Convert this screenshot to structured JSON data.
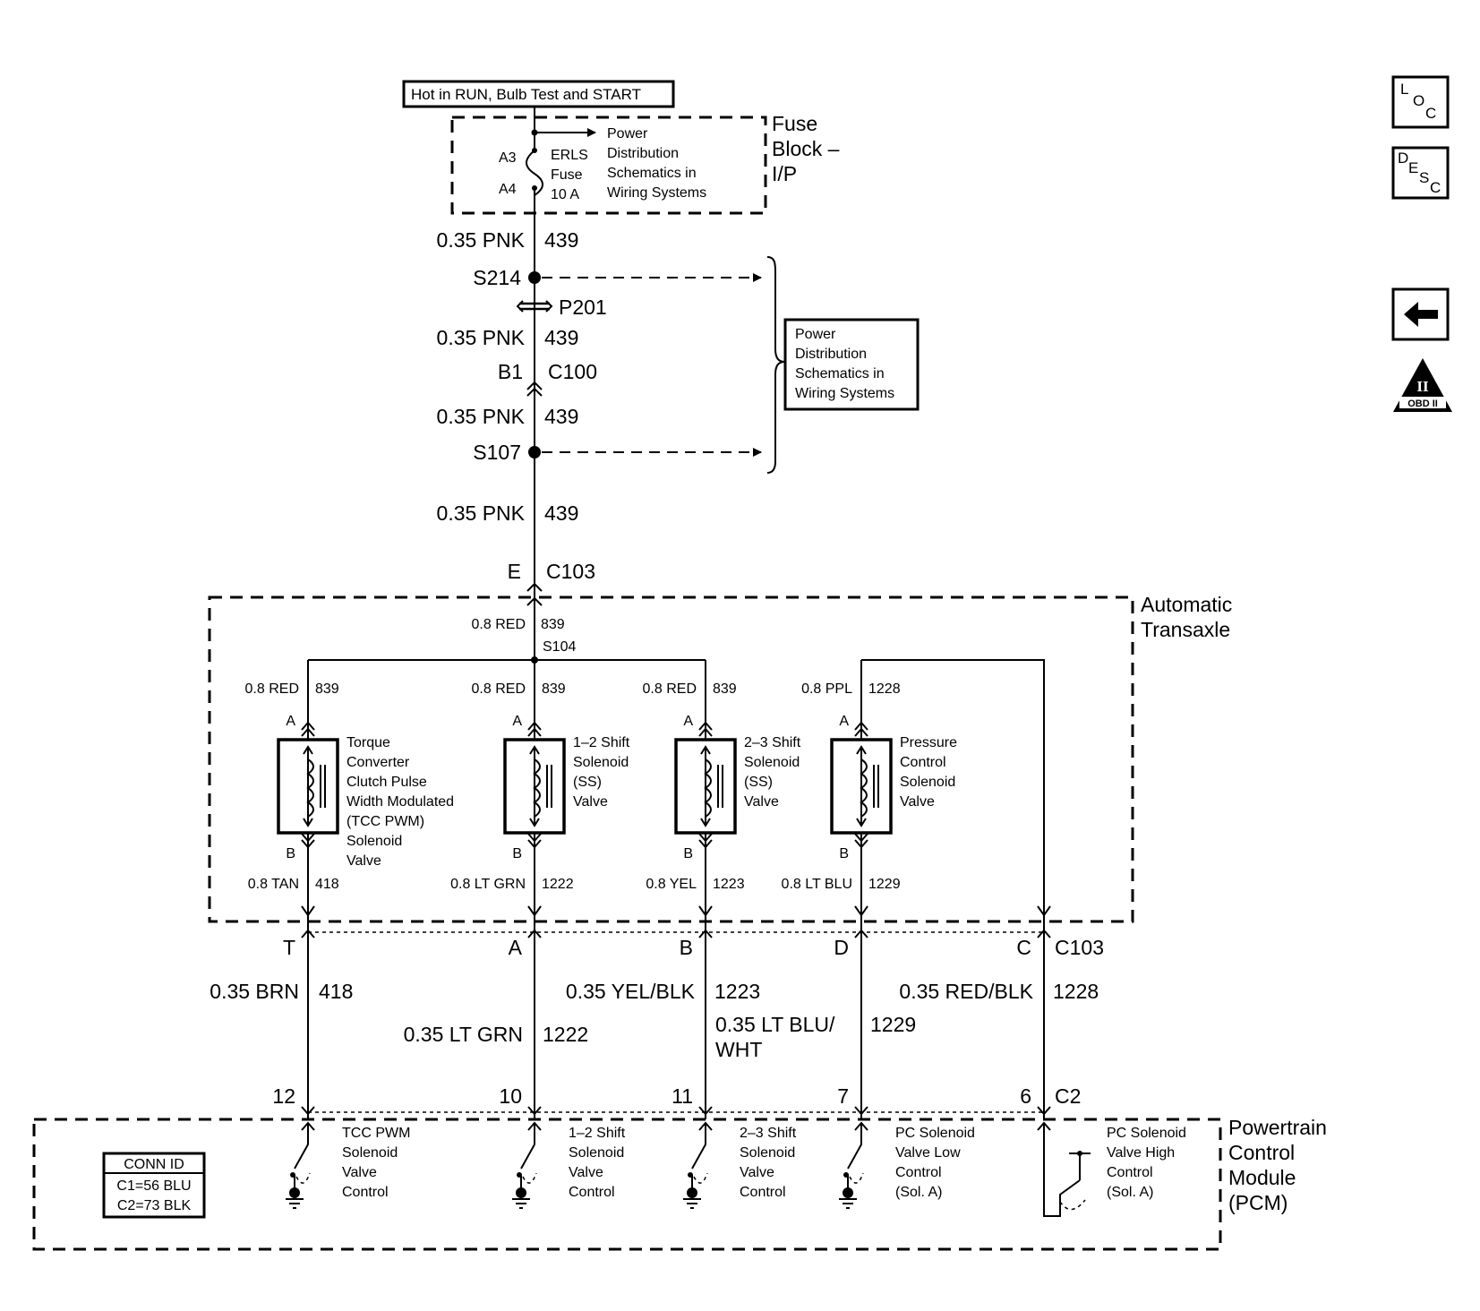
{
  "power": {
    "header": "Hot in RUN, Bulb Test and START",
    "fuse_block": [
      "Fuse",
      "Block –",
      "I/P"
    ],
    "fuse_pin_top": "A3",
    "fuse_pin_bottom": "A4",
    "fuse_name": [
      "ERLS",
      "Fuse",
      "10 A"
    ],
    "fuse_ref": [
      "Power",
      "Distribution",
      "Schematics in",
      "Wiring Systems"
    ]
  },
  "feed": {
    "wire1_gauge": "0.35 PNK",
    "wire1_circuit": "439",
    "splice1": "S214",
    "inline": "P201",
    "wire2_gauge": "0.35 PNK",
    "wire2_circuit": "439",
    "conn1_pin": "B1",
    "conn1_name": "C100",
    "wire3_gauge": "0.35 PNK",
    "wire3_circuit": "439",
    "splice2": "S107",
    "wire4_gauge": "0.35 PNK",
    "wire4_circuit": "439",
    "conn2_pin": "E",
    "conn2_name": "C103",
    "ref_box": [
      "Power",
      "Distribution",
      "Schematics in",
      "Wiring Systems"
    ]
  },
  "transaxle": {
    "title": [
      "Automatic",
      "Transaxle"
    ],
    "main_gauge": "0.8 RED",
    "main_circuit": "839",
    "splice": "S104",
    "solenoids": [
      {
        "top_gauge": "0.8 RED",
        "top_circuit": "839",
        "pin_a": "A",
        "pin_b": "B",
        "label": [
          "Torque",
          "Converter",
          "Clutch Pulse",
          "Width Modulated",
          "(TCC PWM)",
          "Solenoid",
          "Valve"
        ],
        "bot_gauge": "0.8 TAN",
        "bot_circuit": "418"
      },
      {
        "top_gauge": "0.8 RED",
        "top_circuit": "839",
        "pin_a": "A",
        "pin_b": "B",
        "label": [
          "1–2 Shift",
          "Solenoid",
          "(SS)",
          "Valve"
        ],
        "bot_gauge": "0.8 LT GRN",
        "bot_circuit": "1222"
      },
      {
        "top_gauge": "0.8 RED",
        "top_circuit": "839",
        "pin_a": "A",
        "pin_b": "B",
        "label": [
          "2–3 Shift",
          "Solenoid",
          "(SS)",
          "Valve"
        ],
        "bot_gauge": "0.8 YEL",
        "bot_circuit": "1223"
      },
      {
        "top_gauge": "0.8 PPL",
        "top_circuit": "1228",
        "pin_a": "A",
        "pin_b": "B",
        "label": [
          "Pressure",
          "Control",
          "Solenoid",
          "Valve"
        ],
        "bot_gauge": "0.8 LT BLU",
        "bot_circuit": "1229"
      }
    ]
  },
  "harness": {
    "connector_top": "C103",
    "connector_bottom": "C2",
    "wires": [
      {
        "pin_top": "T",
        "gauge": "0.35 BRN",
        "circuit": "418",
        "pin_bottom": "12"
      },
      {
        "pin_top": "A",
        "gauge": "0.35 LT GRN",
        "circuit": "1222",
        "pin_bottom": "10"
      },
      {
        "pin_top": "B",
        "gauge": "0.35 YEL/BLK",
        "circuit": "1223",
        "pin_bottom": "11"
      },
      {
        "pin_top": "D",
        "gauge_lines": [
          "0.35 LT BLU/",
          "WHT"
        ],
        "circuit": "1229",
        "pin_bottom": "7"
      },
      {
        "pin_top": "C",
        "gauge": "0.35 RED/BLK",
        "circuit": "1228",
        "pin_bottom": "6"
      }
    ]
  },
  "pcm": {
    "title": [
      "Powertrain",
      "Control",
      "Module",
      "(PCM)"
    ],
    "conn_id": [
      "CONN ID",
      "C1=56 BLU",
      "C2=73 BLK"
    ],
    "controls": [
      [
        "TCC PWM",
        "Solenoid",
        "Valve",
        "Control"
      ],
      [
        "1–2 Shift",
        "Solenoid",
        "Valve",
        "Control"
      ],
      [
        "2–3 Shift",
        "Solenoid",
        "Valve",
        "Control"
      ],
      [
        "PC Solenoid",
        "Valve Low",
        "Control",
        "(Sol. A)"
      ],
      [
        "PC Solenoid",
        "Valve High",
        "Control",
        "(Sol. A)"
      ]
    ]
  },
  "nav": {
    "loc_icon": [
      "L",
      "O",
      "C"
    ],
    "desc_icon": [
      "D",
      "E",
      "S",
      "C"
    ],
    "back_icon": "back-arrow-icon",
    "obd_icon": [
      "II",
      "OBD II"
    ]
  }
}
